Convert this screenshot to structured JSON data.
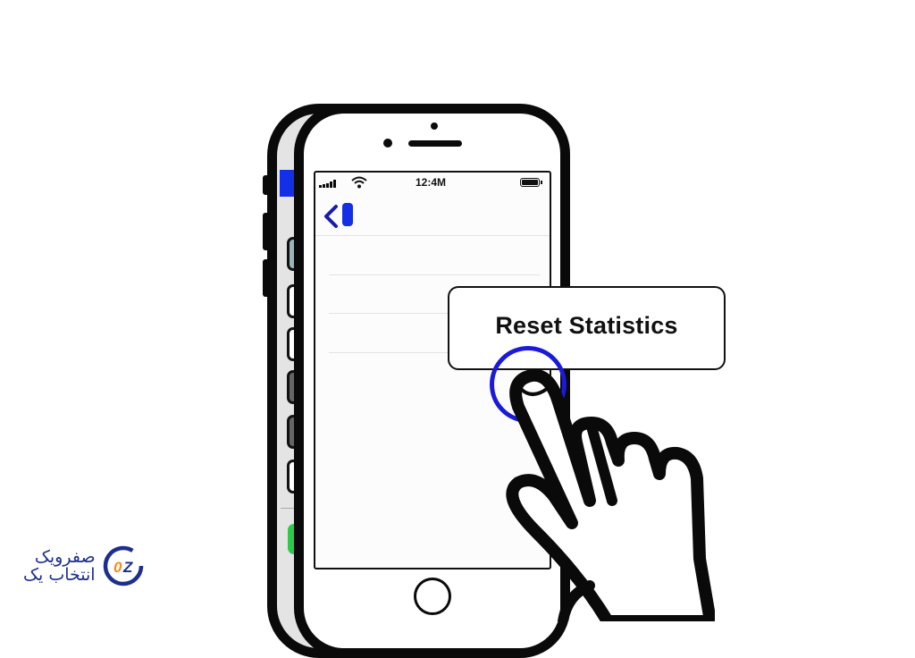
{
  "illustration": {
    "description": "Hand tapping Reset Statistics option on an iPhone screen",
    "colors": {
      "accent_blue": "#1430e6",
      "tap_ring": "#1a1ad8",
      "outline": "#0a0a0a",
      "back_phone_green": "#2ec94a"
    }
  },
  "phone": {
    "status_bar": {
      "signal_icon": "signal-bars-icon",
      "wifi_icon": "wifi-icon",
      "time": "12:4M",
      "battery_icon": "battery-full-icon"
    },
    "nav": {
      "back_icon": "chevron-left-icon"
    },
    "rows": 4
  },
  "popup": {
    "label": "Reset Statistics"
  },
  "logo": {
    "line1": "صفرویک",
    "line2": "انتخاب یک",
    "mark": "0Z"
  }
}
